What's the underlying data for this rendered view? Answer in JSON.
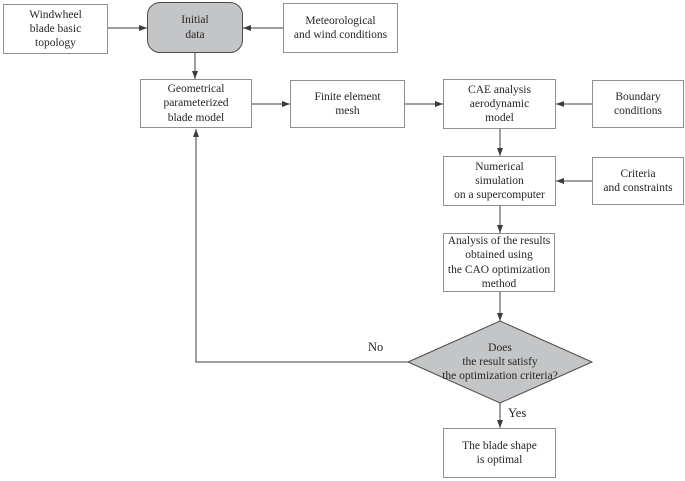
{
  "colors": {
    "node_fill": "#c4c5c7",
    "node_border": "#4a4a4a",
    "box_border": "#8f8f8f",
    "line": "#3c3c3c",
    "text": "#262626"
  },
  "diagram": {
    "nodes": {
      "topology": {
        "shape": "rect",
        "label": "Windwheel\nblade basic\ntopology"
      },
      "initial_data": {
        "shape": "rounded",
        "fill": "gray",
        "label": "Initial\ndata"
      },
      "meteo": {
        "shape": "rect",
        "label": "Meteorological\nand wind conditions"
      },
      "geometrical": {
        "shape": "rect",
        "label": "Geometrical\nparameterized\nblade model"
      },
      "fem": {
        "shape": "rect",
        "label": "Finite element\nmesh"
      },
      "cae": {
        "shape": "rect",
        "label": "CAE analysis\naerodynamic\nmodel"
      },
      "boundary": {
        "shape": "rect",
        "label": "Boundary\nconditions"
      },
      "numerical": {
        "shape": "rect",
        "label": "Numerical\nsimulation\non a supercomputer"
      },
      "criteria": {
        "shape": "rect",
        "label": "Criteria\nand constraints"
      },
      "analysis": {
        "shape": "rect",
        "label": "Analysis of the results\nobtained using\nthe CAO optimization\nmethod"
      },
      "decision": {
        "shape": "diamond",
        "fill": "gray",
        "label": "Does\nthe result satisfy\nthe optimization criteria?"
      },
      "optimal": {
        "shape": "rect",
        "label": "The blade shape\nis optimal"
      }
    },
    "edge_labels": {
      "no": "No",
      "yes": "Yes"
    },
    "edges": [
      {
        "from": "topology",
        "to": "initial_data"
      },
      {
        "from": "meteo",
        "to": "initial_data"
      },
      {
        "from": "initial_data",
        "to": "geometrical"
      },
      {
        "from": "geometrical",
        "to": "fem"
      },
      {
        "from": "fem",
        "to": "cae"
      },
      {
        "from": "boundary",
        "to": "cae"
      },
      {
        "from": "cae",
        "to": "numerical"
      },
      {
        "from": "criteria",
        "to": "numerical"
      },
      {
        "from": "numerical",
        "to": "analysis"
      },
      {
        "from": "analysis",
        "to": "decision"
      },
      {
        "from": "decision",
        "to": "optimal",
        "label": "Yes"
      },
      {
        "from": "decision",
        "to": "geometrical",
        "label": "No"
      }
    ]
  }
}
